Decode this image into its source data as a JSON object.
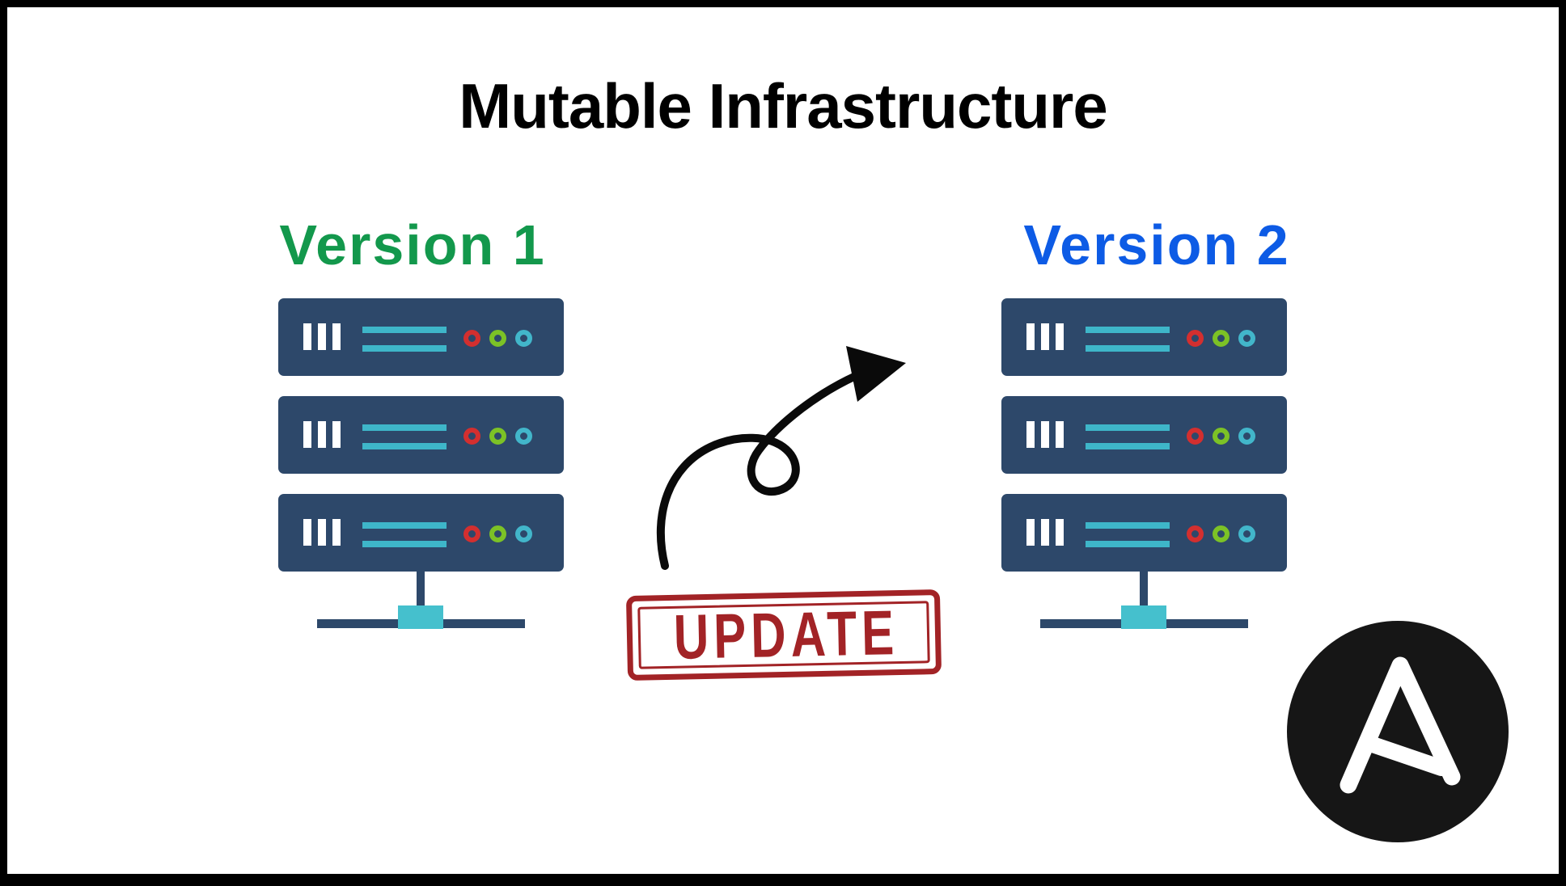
{
  "title": {
    "text": "Mutable Infrastructure"
  },
  "left_group": {
    "label": "Version 1",
    "label_color": "#13984c",
    "server_count": 3
  },
  "right_group": {
    "label": "Version 2",
    "label_color": "#0d5be5",
    "server_count": 3
  },
  "stamp": {
    "text": "UPDATE",
    "color": "#a22326"
  },
  "icons": {
    "server": "server-icon",
    "arrow": "curved-loop-arrow-icon",
    "logo": "ansible-logo-icon",
    "network": "network-connector-icon"
  },
  "colors": {
    "canvas": "#ffffff",
    "frame": "#000000",
    "title_black": "#000000",
    "navy": "#2d486a",
    "teal": "#3eb6c9",
    "hub_teal": "#45c0cd",
    "slot_white": "#ffffff",
    "led_red": "#d32f2f",
    "led_green": "#7cc226",
    "led_cyan": "#42b6ca",
    "version1": "#13984c",
    "version2": "#0d5be5",
    "stamp_red": "#a22326",
    "arrow_black": "#0a0a0a",
    "logo_black": "#161616"
  }
}
